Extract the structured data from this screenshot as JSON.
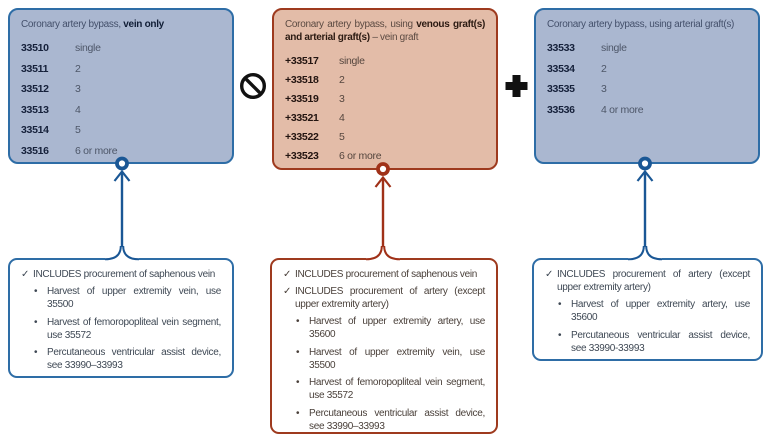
{
  "figure": {
    "boxes": [
      {
        "id": "vein-only",
        "title_regular": "Coronary artery bypass, ",
        "title_bold": "vein only",
        "title_suffix": "",
        "codes": [
          {
            "code": "33510",
            "desc": "single"
          },
          {
            "code": "33511",
            "desc": "2"
          },
          {
            "code": "33512",
            "desc": "3"
          },
          {
            "code": "33513",
            "desc": "4"
          },
          {
            "code": "33514",
            "desc": "5"
          },
          {
            "code": "33516",
            "desc": "6 or more"
          }
        ]
      },
      {
        "id": "venous-and-arterial",
        "title_regular": "Coronary artery bypass, using ",
        "title_bold": "venous graft(s) and arterial graft(s)",
        "title_suffix": " – vein graft",
        "codes": [
          {
            "code": "+33517",
            "desc": "single"
          },
          {
            "code": "+33518",
            "desc": "2"
          },
          {
            "code": "+33519",
            "desc": "3"
          },
          {
            "code": "+33521",
            "desc": "4"
          },
          {
            "code": "+33522",
            "desc": "5"
          },
          {
            "code": "+33523",
            "desc": "6 or more"
          }
        ]
      },
      {
        "id": "arterial-only",
        "title_regular": "Coronary artery bypass, using arterial graft(s)",
        "title_bold": "",
        "title_suffix": "",
        "codes": [
          {
            "code": "33533",
            "desc": "single"
          },
          {
            "code": "33534",
            "desc": "2"
          },
          {
            "code": "33535",
            "desc": "3"
          },
          {
            "code": "33536",
            "desc": "4 or more"
          }
        ]
      }
    ],
    "operators": [
      {
        "name": "no-combination",
        "meaning": "do not report together"
      },
      {
        "name": "plus",
        "meaning": "add-on combination"
      }
    ],
    "notes": [
      {
        "includes": [
          "INCLUDES procurement of saphenous vein"
        ],
        "bullets": [
          "Harvest of upper extremity vein, use 35500",
          "Harvest of femoropopliteal vein segment, use 35572",
          "Percutaneous ventricular assist device, see 33990–33993"
        ]
      },
      {
        "includes": [
          "INCLUDES procurement of saphenous vein",
          "INCLUDES procurement of artery (except upper extremity artery)"
        ],
        "bullets": [
          "Harvest of upper extremity artery, use 35600",
          "Harvest of upper extremity vein, use 35500",
          "Harvest of femoropopliteal vein segment, use 35572",
          "Percutaneous ventricular assist device, see 33990–33993"
        ]
      },
      {
        "includes": [
          "INCLUDES procurement of artery (except upper extremity artery)"
        ],
        "bullets": [
          "Harvest of upper extremity artery, use 35600",
          "Percutaneous ventricular assist device, see 33990-33993"
        ]
      }
    ],
    "icons": {
      "check": "✓",
      "bullet": "•"
    },
    "colors": {
      "blue_fill": "#aab7d0",
      "blue_border": "#2e6da6",
      "blue_connector": "#1a5795",
      "red_fill": "#e3bca8",
      "red_border": "#9e3a1e",
      "red_connector": "#a03118",
      "symbol_black": "#111111"
    }
  }
}
